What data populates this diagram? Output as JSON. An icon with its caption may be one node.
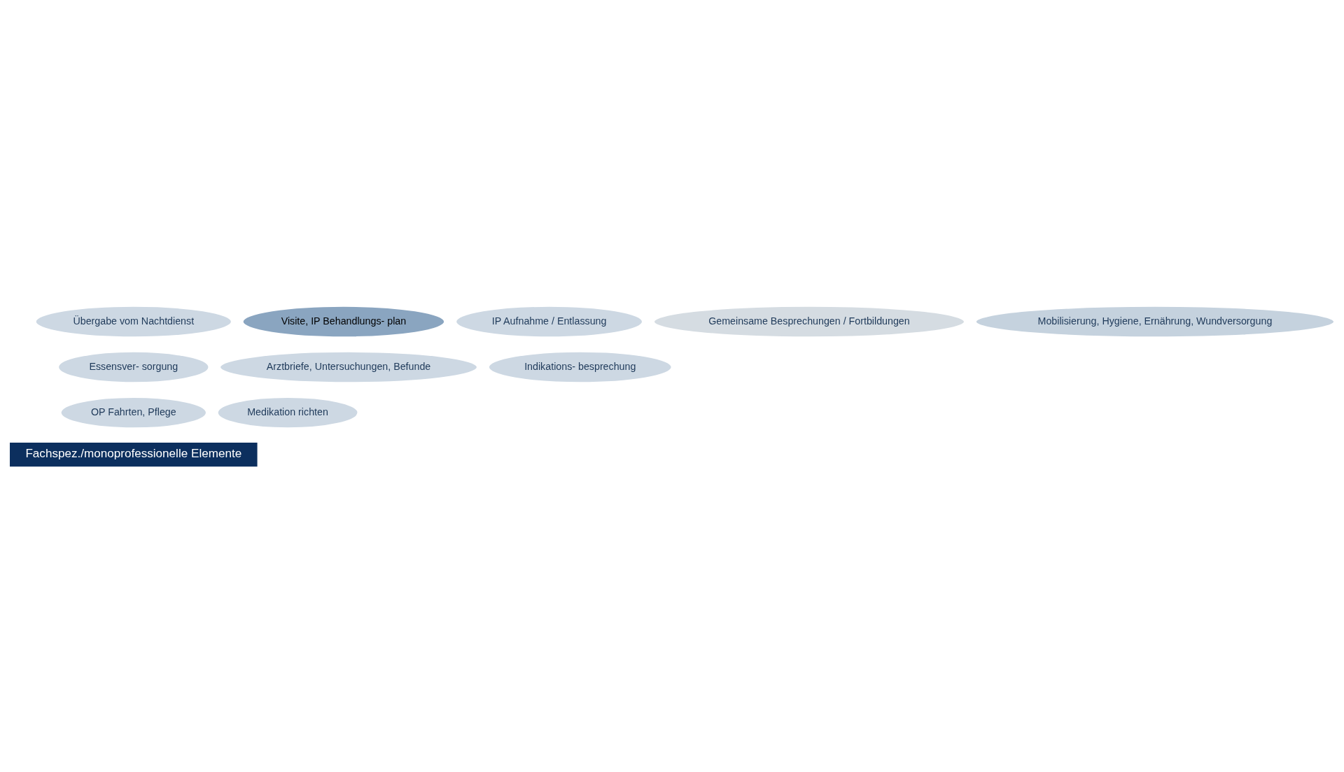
{
  "diagram": {
    "nodes": [
      {
        "text": [
          "Übergabe vom Nachtdienst"
        ]
      },
      {
        "text": [
          "Visite, IP Behandlungs- plan"
        ]
      },
      {
        "text": [
          "IP Aufnahme / Entlassung"
        ]
      },
      {
        "text": [
          "Gemeinsame Besprechungen / Fortbildungen"
        ]
      },
      {
        "text": [
          "Mobilisierung, Hygiene, Ernährung, Wundversorgung"
        ]
      },
      {
        "text": [
          "Essensver- sorgung"
        ]
      },
      {
        "text": [
          "OP Fahrten, Pflege"
        ]
      },
      {
        "text": [
          "Arztbriefe, Untersuchungen, Befunde"
        ]
      },
      {
        "text": [
          "Indikations- besprechung"
        ]
      },
      {
        "text": [
          "Medikation richten"
        ]
      }
    ],
    "labels": [
      "Fachspez./monoprofessionelle Elemente"
    ]
  }
}
